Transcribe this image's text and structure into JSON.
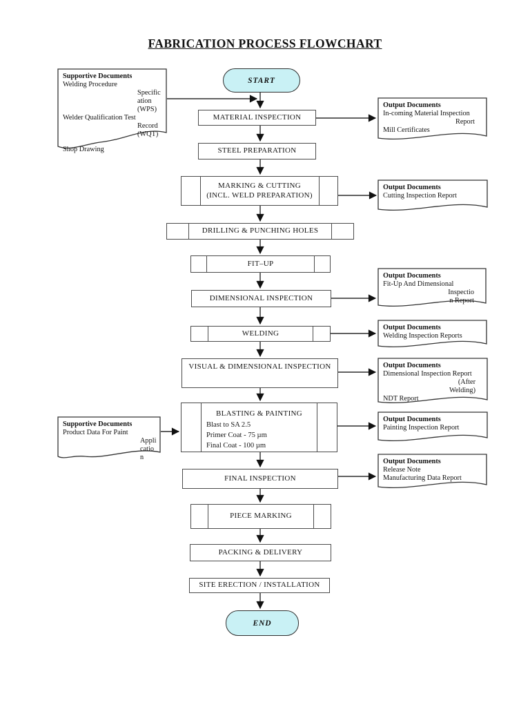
{
  "title": "FABRICATION PROCESS FLOWCHART",
  "terminals": {
    "start": "START",
    "end": "END"
  },
  "process": {
    "material_inspection": "MATERIAL INSPECTION",
    "steel_preparation": "STEEL PREPARATION",
    "marking_cutting": {
      "lines": [
        "MARKING & CUTTING",
        "(INCL. WELD PREPARATION)"
      ]
    },
    "drilling": "DRILLING & PUNCHING HOLES",
    "fit_up": "FIT–UP",
    "dimensional_inspection": "DIMENSIONAL INSPECTION",
    "welding": "WELDING",
    "visual_dimensional": "VISUAL & DIMENSIONAL INSPECTION",
    "blasting": {
      "title": "BLASTING & PAINTING",
      "details": [
        "Blast to  SA 2.5",
        "Primer Coat - 75 µm",
        "Final Coat - 100 µm"
      ]
    },
    "final_inspection": "FINAL INSPECTION",
    "piece_marking": "PIECE MARKING",
    "packing_delivery": "PACKING & DELIVERY",
    "site_erection": "SITE ERECTION / INSTALLATION"
  },
  "supportive_docs": {
    "welding_docs": {
      "heading": "Supportive Documents",
      "lines": [
        "Welding Procedure",
        "Specific",
        "ation",
        "(WPS)",
        "Welder Qualification Test",
        "Record",
        "(WQT)",
        "Shop Drawing"
      ]
    },
    "paint_docs": {
      "heading": "Supportive Documents",
      "lines": [
        "Product Data For Paint",
        "Appli",
        "catio",
        "n"
      ]
    }
  },
  "output_docs": {
    "incoming": {
      "heading": "Output Documents",
      "lines": [
        "In-coming Material Inspection",
        "Report",
        "Mill Certificates"
      ]
    },
    "cutting": {
      "heading": "Output Documents",
      "lines": [
        "Cutting Inspection Report"
      ]
    },
    "fit_up": {
      "heading": "Output Documents",
      "lines": [
        "Fit-Up And Dimensional",
        "Inspectio",
        "n Report"
      ]
    },
    "welding": {
      "heading": "Output Documents",
      "lines": [
        "Welding Inspection Reports"
      ]
    },
    "dimensional": {
      "heading": "Output Documents",
      "lines": [
        "Dimensional Inspection Report",
        "(After",
        "Welding)",
        "NDT Report"
      ]
    },
    "painting": {
      "heading": "Output Documents",
      "lines": [
        "Painting Inspection Report"
      ]
    },
    "release": {
      "heading": "Output Documents",
      "lines": [
        "Release Note",
        "Manufacturing Data Report"
      ]
    }
  },
  "colors": {
    "terminal_fill": "#c9f1f5",
    "line": "#2b2b2b",
    "box_border": "#4a4a4a"
  }
}
